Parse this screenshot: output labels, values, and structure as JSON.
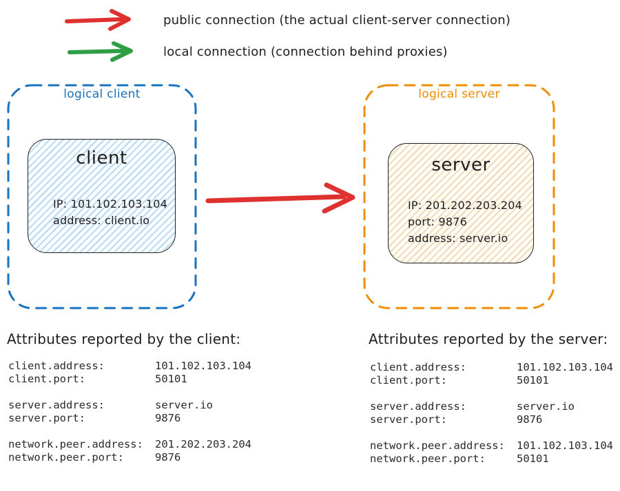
{
  "legend": {
    "items": [
      {
        "icon": "red-arrow",
        "color": "#e03131",
        "label": "public connection (the actual client-server connection)"
      },
      {
        "icon": "green-arrow",
        "color": "#2f9e44",
        "label": "local connection (connection behind proxies)"
      }
    ]
  },
  "diagram": {
    "logical_client": {
      "label": "logical client",
      "border_color": "#1971c2",
      "node": {
        "title": "client",
        "fill_color": "#a5d8ff",
        "lines": {
          "0": "IP: 101.102.103.104",
          "1": "address: client.io"
        }
      }
    },
    "logical_server": {
      "label": "logical server",
      "border_color": "#f08c00",
      "node": {
        "title": "server",
        "fill_color": "#ffd8a8",
        "lines": {
          "0": "IP: 201.202.203.204",
          "1": "port: 9876",
          "2": "address: server.io"
        }
      }
    },
    "connection_arrow": {
      "type": "public connection",
      "color": "#e03131",
      "from": "client",
      "to": "server"
    }
  },
  "attributes": {
    "client": {
      "heading": "Attributes reported by the client:",
      "groups": [
        [
          {
            "key": "client.address:",
            "value": "101.102.103.104"
          },
          {
            "key": "client.port:",
            "value": "50101"
          }
        ],
        [
          {
            "key": "server.address:",
            "value": "server.io"
          },
          {
            "key": "server.port:",
            "value": "9876"
          }
        ],
        [
          {
            "key": "network.peer.address:",
            "value": "201.202.203.204"
          },
          {
            "key": "network.peer.port:",
            "value": "9876"
          }
        ]
      ]
    },
    "server": {
      "heading": "Attributes reported by the server:",
      "groups": [
        [
          {
            "key": "client.address:",
            "value": "101.102.103.104"
          },
          {
            "key": "client.port:",
            "value": "50101"
          }
        ],
        [
          {
            "key": "server.address:",
            "value": "server.io"
          },
          {
            "key": "server.port:",
            "value": "9876"
          }
        ],
        [
          {
            "key": "network.peer.address:",
            "value": "101.102.103.104"
          },
          {
            "key": "network.peer.port:",
            "value": "50101"
          }
        ]
      ]
    }
  }
}
